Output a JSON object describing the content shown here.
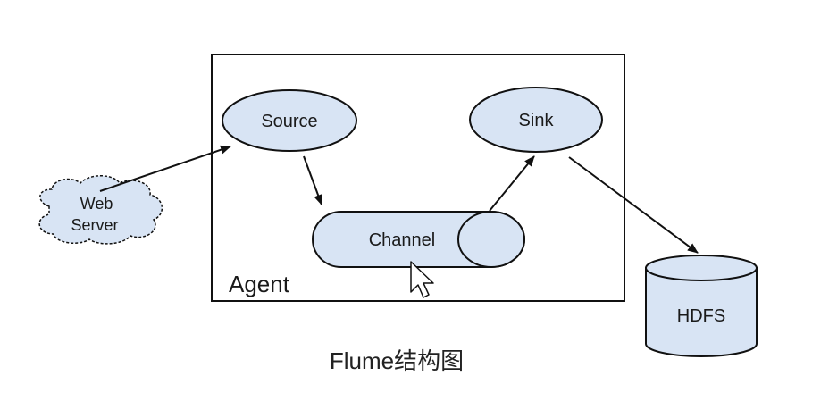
{
  "diagram": {
    "agent_label": "Agent",
    "nodes": {
      "source": "Source",
      "sink": "Sink",
      "channel": "Channel",
      "web_server_line1": "Web",
      "web_server_line2": "Server",
      "hdfs": "HDFS"
    },
    "caption": "Flume结构图"
  },
  "colors": {
    "node_fill": "#d8e4f4",
    "stroke": "#111111",
    "background": "#ffffff"
  },
  "icons": {
    "cursor": "mouse-pointer-icon"
  }
}
